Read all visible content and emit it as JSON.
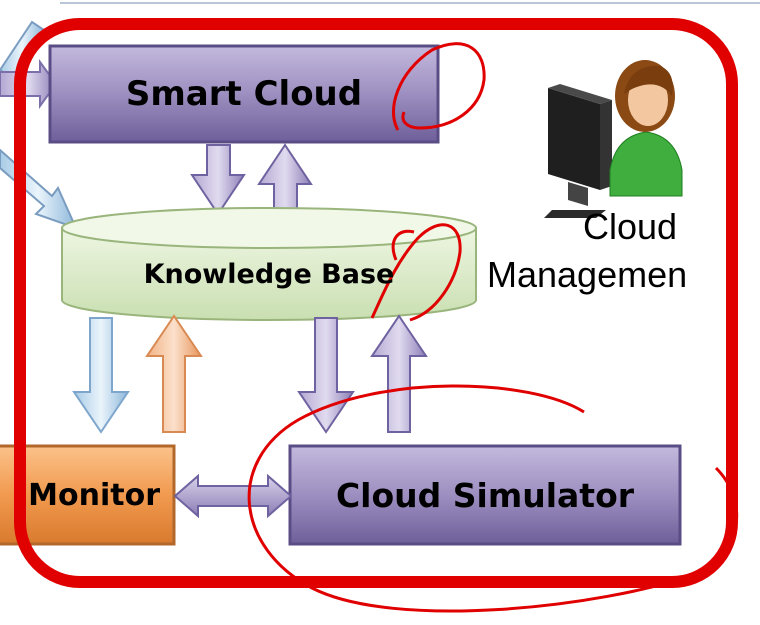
{
  "diagram": {
    "nodes": {
      "smart_cloud": "Smart Cloud",
      "knowledge_base": "Knowledge Base",
      "monitor": "Monitor",
      "cloud_simulator": "Cloud Simulator"
    },
    "actor": {
      "label_line1": "Cloud",
      "label_line2": "Managemen"
    },
    "colors": {
      "purple_box": "#9d8fc0",
      "orange_box": "#f4a460",
      "green_cylinder": "#dfeecb",
      "annotation_red": "#e00000",
      "top_rule": "#b8c6d8"
    }
  }
}
